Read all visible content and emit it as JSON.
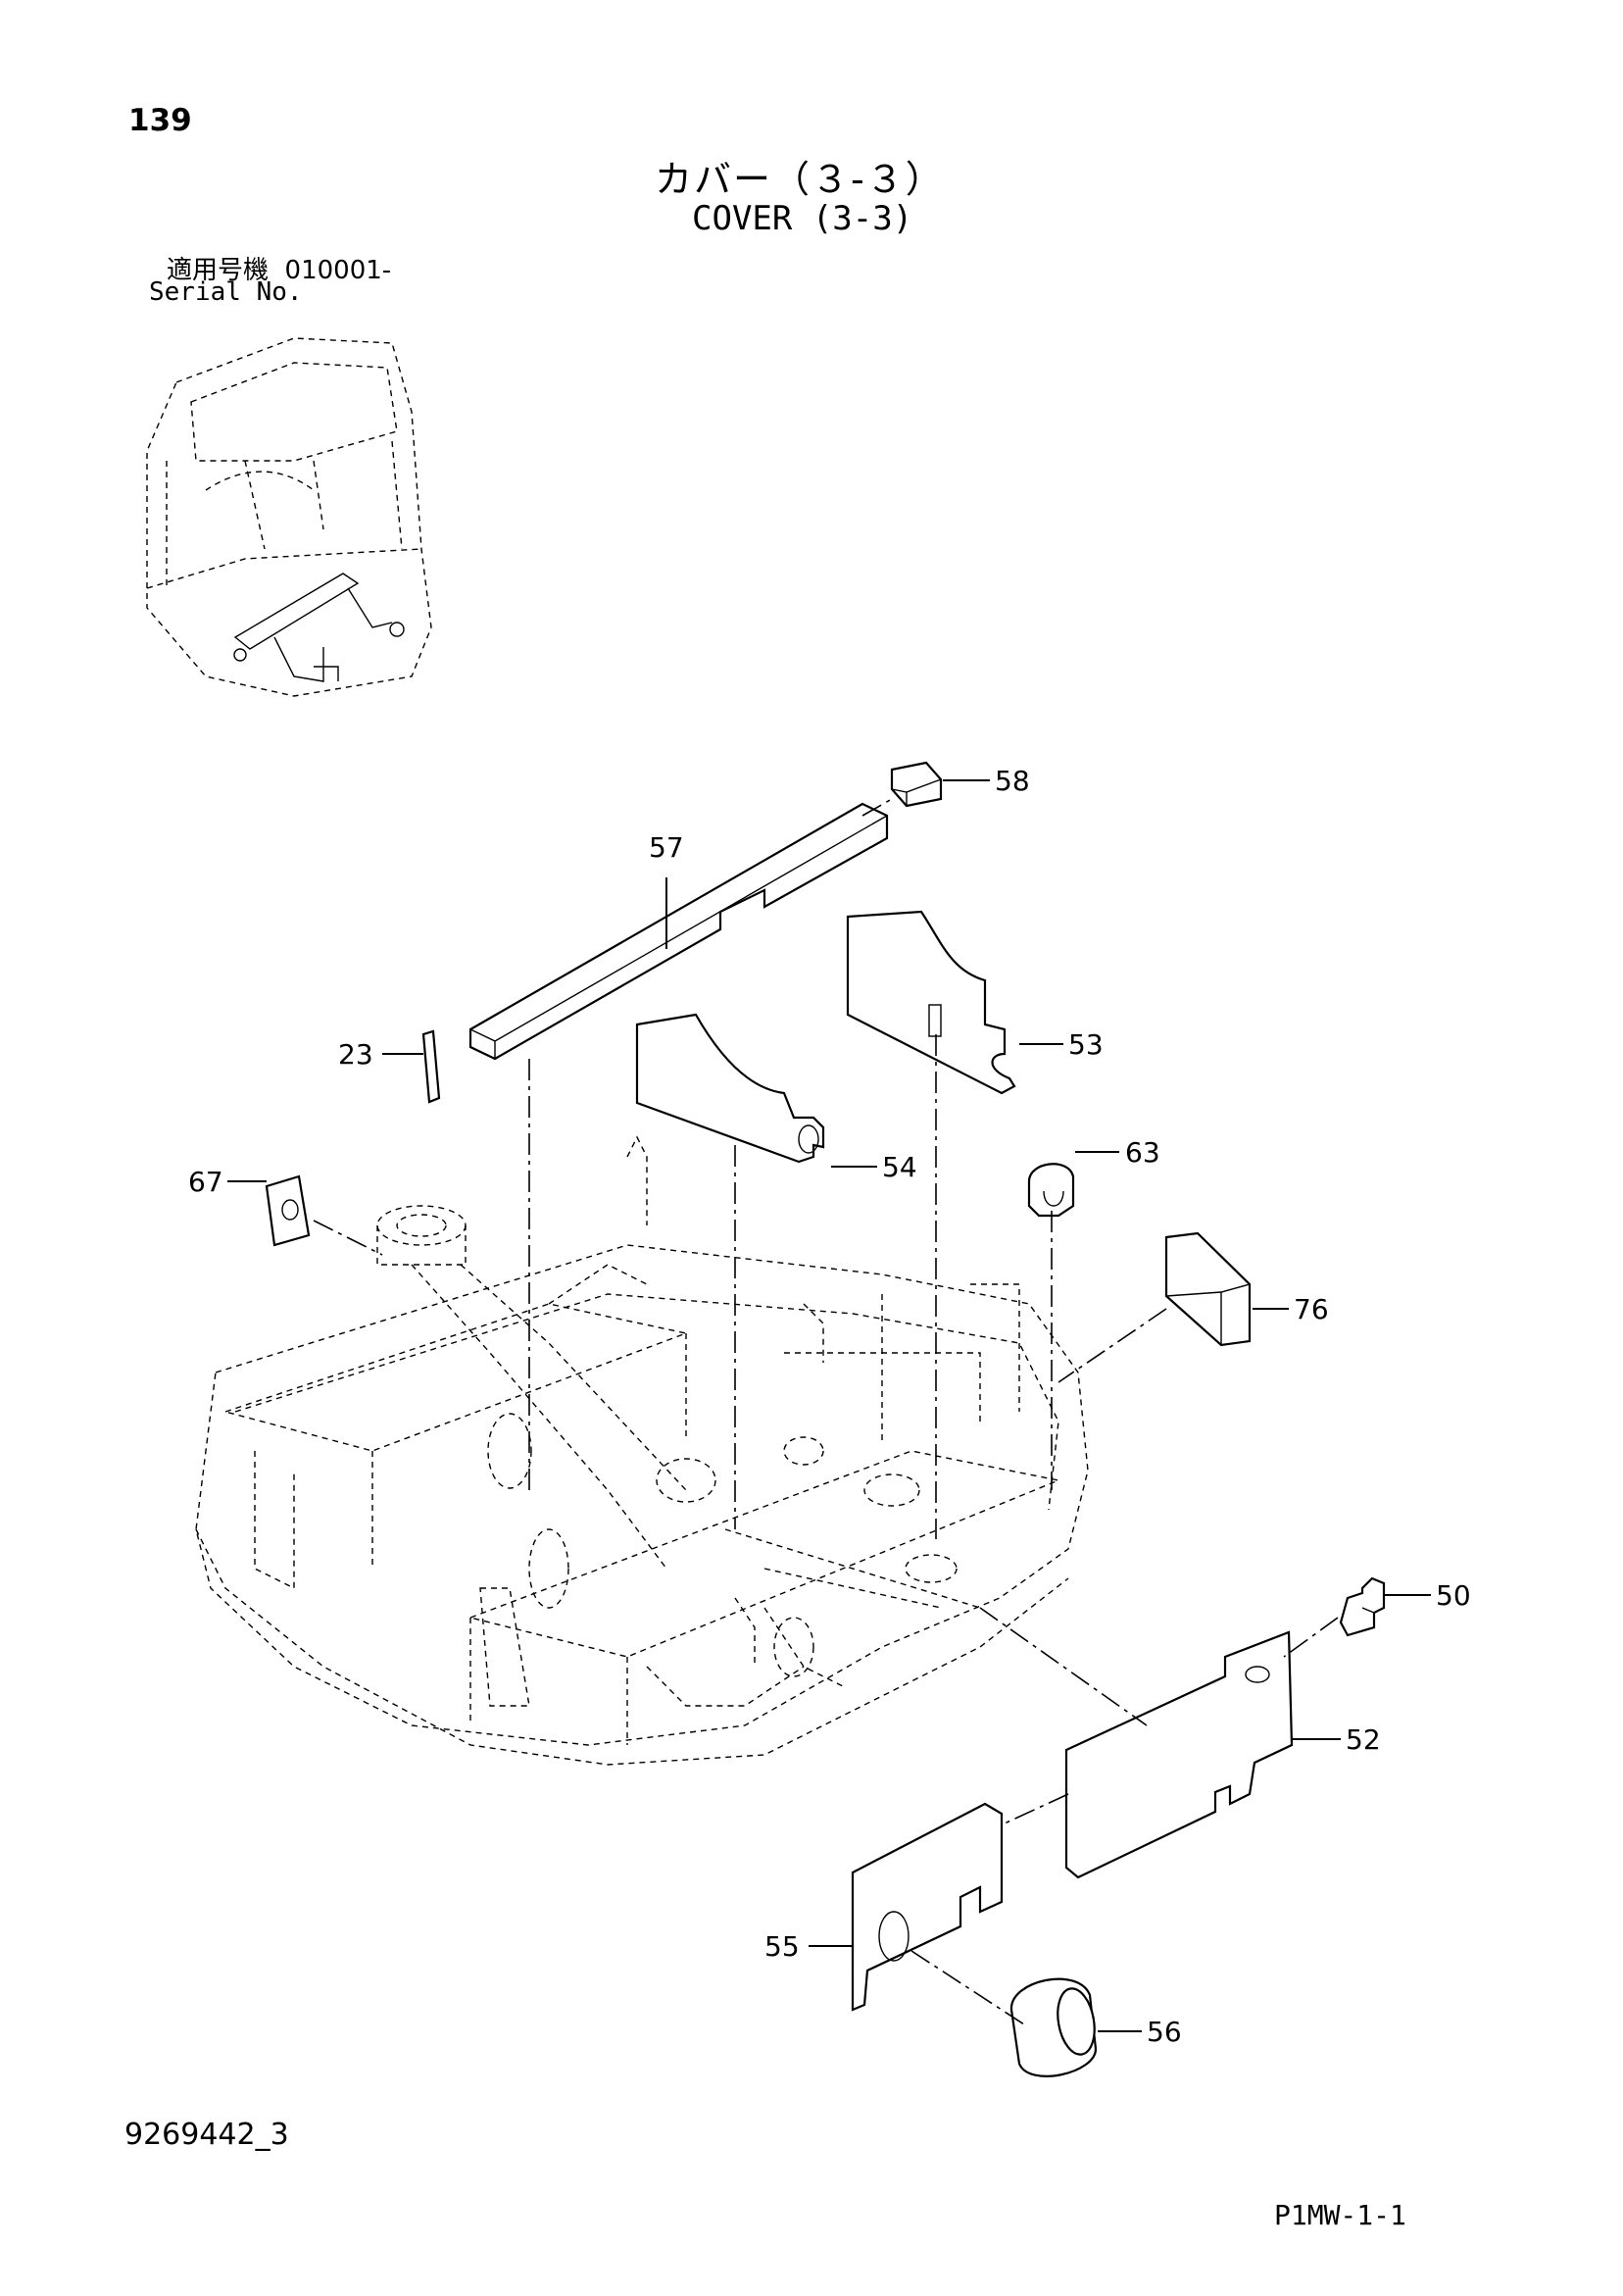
{
  "page_number": "139",
  "title_jp": "カバー（３-３）",
  "title_en": "COVER (3-3)",
  "serial_label_jp": "適用号機",
  "serial_value": "010001-",
  "serial_label_en": "Serial No.",
  "document_code": "9269442_3",
  "page_code": "P1MW-1-1",
  "callouts": {
    "c58": "58",
    "c57": "57",
    "c23": "23",
    "c53": "53",
    "c54": "54",
    "c67": "67",
    "c63": "63",
    "c76": "76",
    "c50": "50",
    "c52": "52",
    "c55": "55",
    "c56": "56"
  }
}
